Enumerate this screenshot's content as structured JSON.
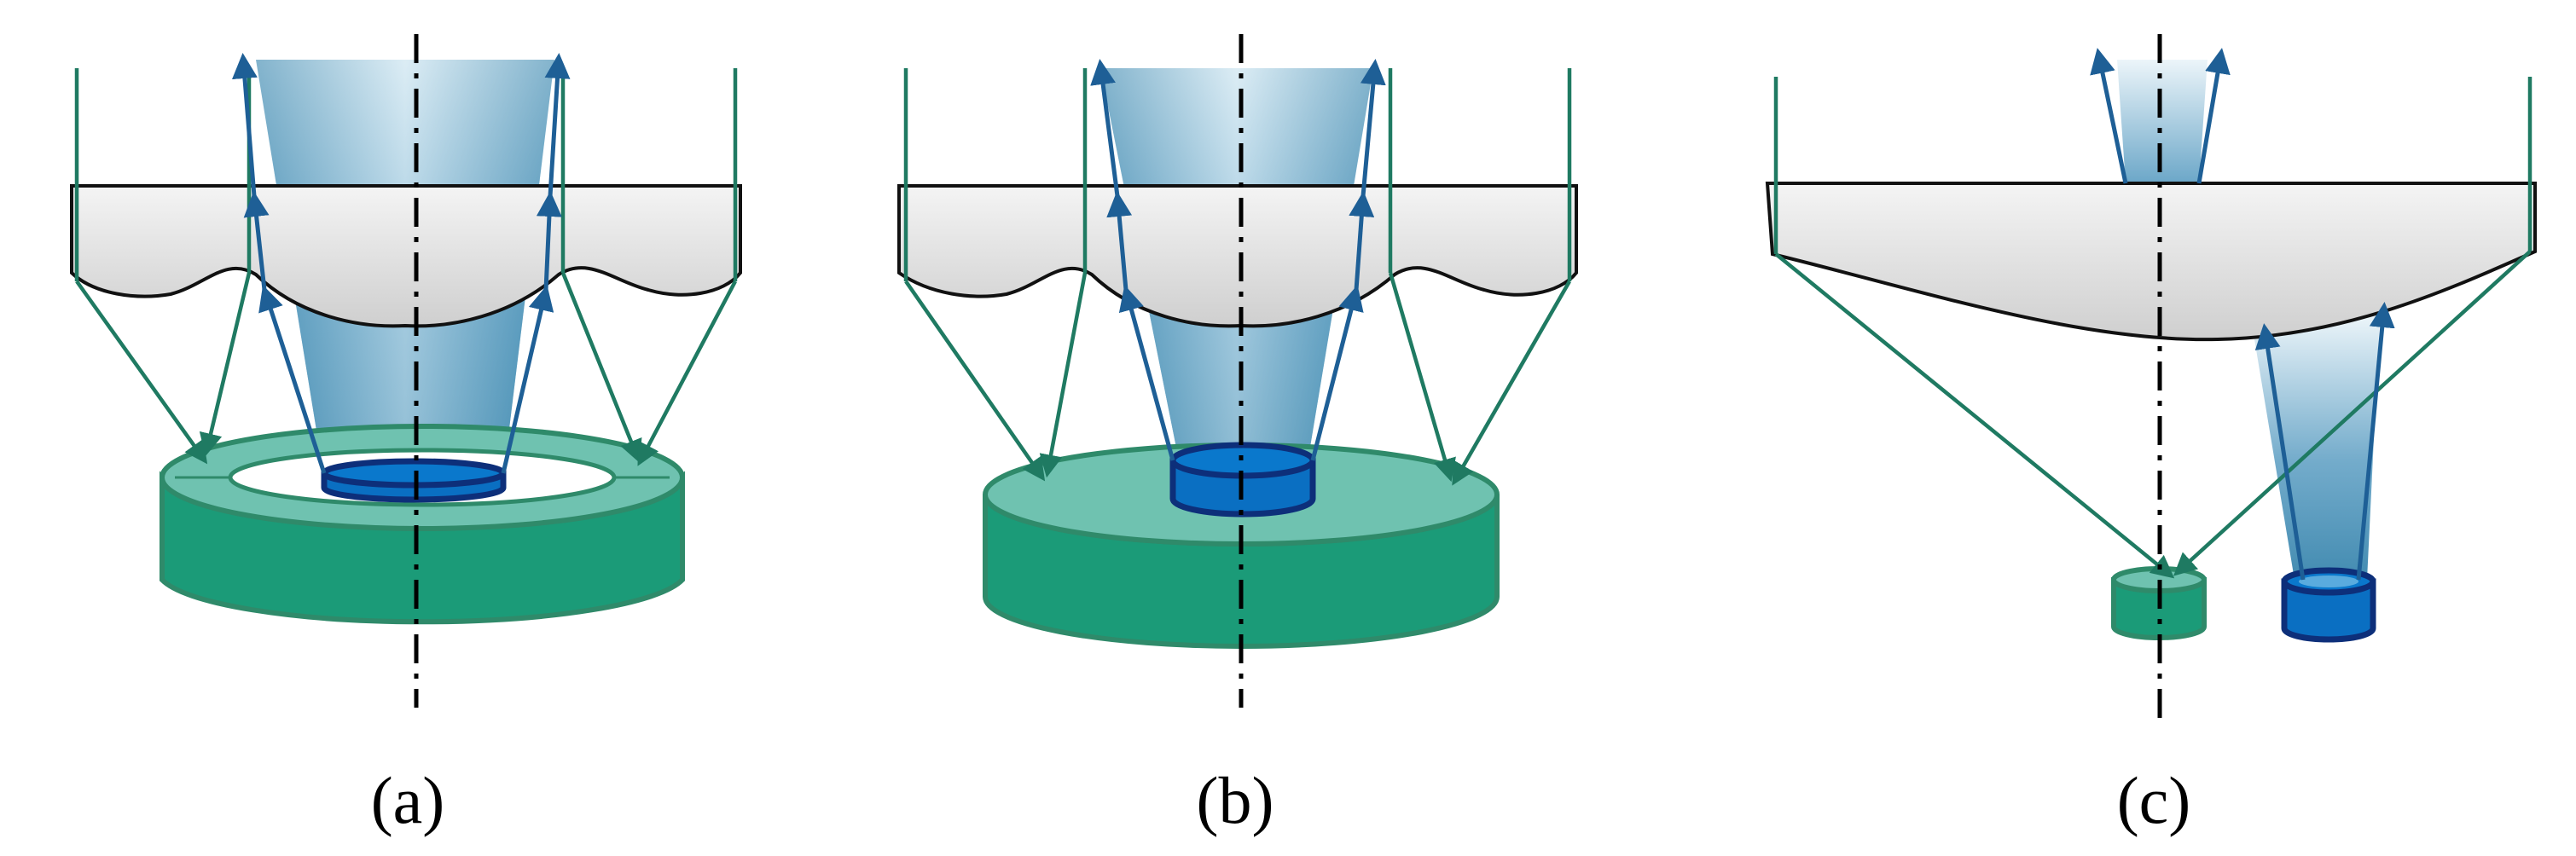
{
  "panels": [
    {
      "label": "(a)"
    },
    {
      "label": "(b)"
    },
    {
      "label": "(c)"
    }
  ],
  "colors": {
    "green_emitter": "#1b9b78",
    "green_top": "#6fc2b0",
    "blue_receiver": "#0a6fc2",
    "blue_outline": "#0d2f7a",
    "beam_light": "#e6f2f8",
    "beam_dark": "#2d7ea8",
    "green_ray": "#1f7a62",
    "blue_ray": "#1e5f96",
    "lens_fill": "#e4e4e4"
  }
}
